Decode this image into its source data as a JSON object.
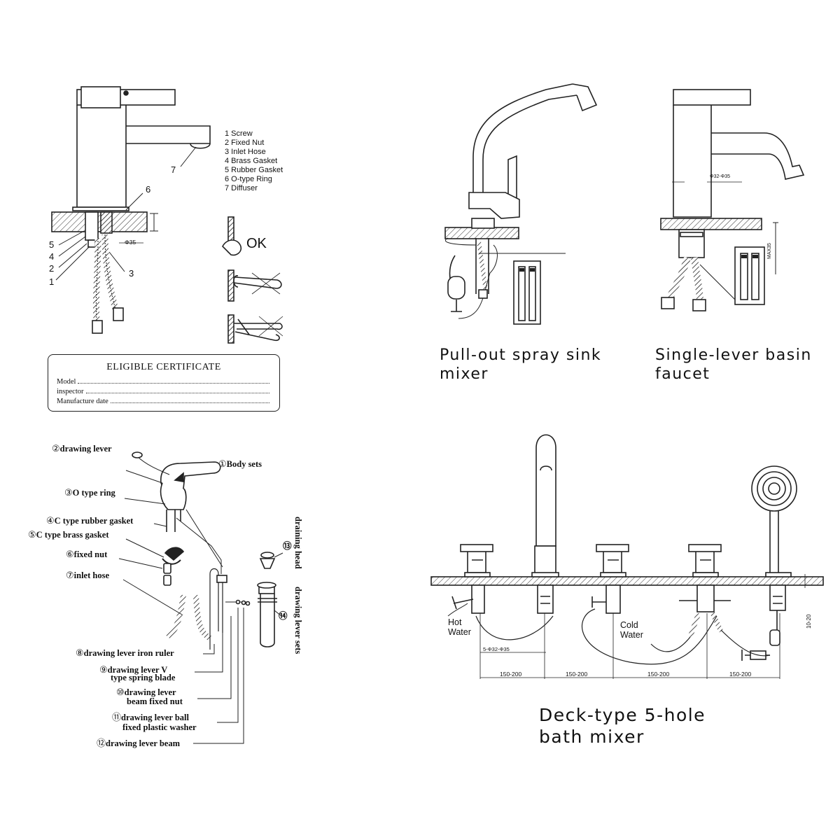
{
  "single_lever_install": {
    "parts_list": [
      "1 Screw",
      "2 Fixed Nut",
      "3 Inlet Hose",
      "4 Brass Gasket",
      "5 Rubber Gasket",
      "6 O-type Ring",
      "7 Diffuser"
    ],
    "callouts": {
      "c1": "1",
      "c2": "2",
      "c3": "3",
      "c4": "4",
      "c5": "5",
      "c6": "6",
      "c7": "7"
    },
    "diameter": "Φ35",
    "ok_label": "OK"
  },
  "certificate": {
    "title": "ELIGIBLE CERTIFICATE",
    "model_label": "Model",
    "inspector_label": "inspector",
    "date_label": "Manufacture date"
  },
  "pull_out_mixer": {
    "caption": "Pull-out spray sink mixer"
  },
  "basin_faucet": {
    "caption": "Single-lever basin faucet",
    "dim_diameter": "Φ32-Φ35",
    "dim_max": "MAX35"
  },
  "exploded_view": {
    "labels": {
      "l1": "Body sets",
      "l2": "drawing lever",
      "l3": "O type ring",
      "l4": "C type rubber gasket",
      "l5": "C type brass gasket",
      "l6": "fixed nut",
      "l7": "inlet hose",
      "l8": "drawing lever iron ruler",
      "l9a": "drawing lever V",
      "l9b": "type spring blade",
      "l10a": "drawing lever",
      "l10b": "beam fixed nut",
      "l11a": "drawing lever ball",
      "l11b": "fixed plastic washer",
      "l12": "drawing lever beam"
    },
    "marks": {
      "m1": "①",
      "m2": "②",
      "m3": "③",
      "m4": "④",
      "m5": "⑤",
      "m6": "⑥",
      "m7": "⑦",
      "m8": "⑧",
      "m9": "⑨",
      "m10": "⑩",
      "m11": "⑪",
      "m12": "⑫",
      "m13": "⑬",
      "m14": "⑭"
    },
    "draining_head": "draining head",
    "drawing_lever_sets": "drawing lever sets"
  },
  "bath_mixer": {
    "caption": "Deck-type 5-hole bath mixer",
    "hot_water": "Hot Water",
    "cold_water": "Cold Water",
    "dim_diameter": "5-Φ32-Φ35",
    "dim_thickness": "10-20",
    "spacings": [
      "150-200",
      "150-200",
      "150-200",
      "150-200"
    ]
  }
}
